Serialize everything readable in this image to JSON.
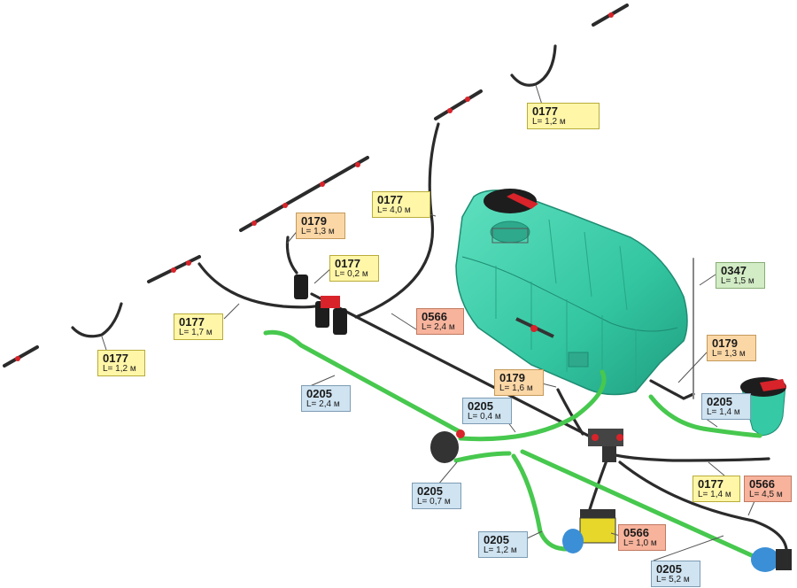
{
  "labels": [
    {
      "code": "0177",
      "length": "L= 1,2 м",
      "type": "c0177"
    },
    {
      "code": "0177",
      "length": "L= 4,0 м",
      "type": "c0177"
    },
    {
      "code": "0179",
      "length": "L= 1,3 м",
      "type": "c0179"
    },
    {
      "code": "0177",
      "length": "L= 0,2 м",
      "type": "c0177"
    },
    {
      "code": "0347",
      "length": "L= 1,5 м",
      "type": "c0347"
    },
    {
      "code": "0566",
      "length": "L= 2,4 м",
      "type": "c0566"
    },
    {
      "code": "0177",
      "length": "L= 1,7 м",
      "type": "c0177"
    },
    {
      "code": "0179",
      "length": "L= 1,3 м",
      "type": "c0179"
    },
    {
      "code": "0177",
      "length": "L= 1,2 м",
      "type": "c0177"
    },
    {
      "code": "0179",
      "length": "L= 1,6 м",
      "type": "c0179"
    },
    {
      "code": "0205",
      "length": "L= 2,4 м",
      "type": "c0205"
    },
    {
      "code": "0205",
      "length": "L= 0,4 м",
      "type": "c0205"
    },
    {
      "code": "0205",
      "length": "L= 1,4 м",
      "type": "c0205"
    },
    {
      "code": "0177",
      "length": "L= 1,4 м",
      "type": "c0177"
    },
    {
      "code": "0566",
      "length": "L= 4,5 м",
      "type": "c0566"
    },
    {
      "code": "0205",
      "length": "L= 0,7 м",
      "type": "c0205"
    },
    {
      "code": "0205",
      "length": "L= 1,2 м",
      "type": "c0205"
    },
    {
      "code": "0566",
      "length": "L= 1,0 м",
      "type": "c0566"
    },
    {
      "code": "0205",
      "length": "L= 5,2 м",
      "type": "c0205"
    }
  ],
  "colors": {
    "tank": "#35c9a5",
    "tank_edge": "#1e8c72",
    "green_hose": "#47c84e",
    "black_hose": "#2b2b2b",
    "valve_red": "#d8232a",
    "pump_blue": "#3b8fd6",
    "engine_yellow": "#e6d72a"
  }
}
